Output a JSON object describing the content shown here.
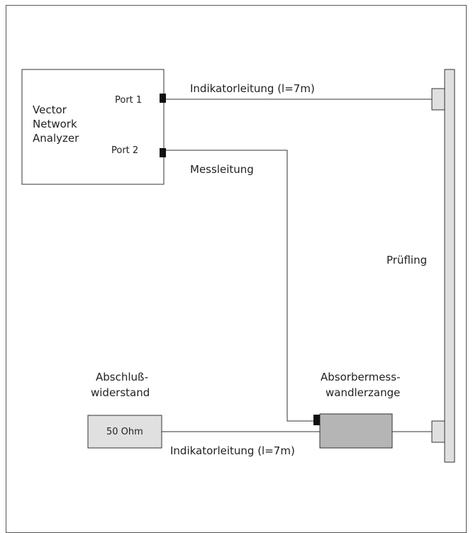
{
  "vna": {
    "lines": [
      "Vector",
      "Network",
      "Analyzer"
    ],
    "port1": "Port 1",
    "port2": "Port 2"
  },
  "lines": {
    "indicator_top": "Indikatorleitung (l=7m)",
    "measure": "Messleitung",
    "indicator_bottom": "Indikatorleitung (l=7m)"
  },
  "dut": {
    "label": "Prüfling"
  },
  "termination": {
    "title_line1": "Abschluß-",
    "title_line2": "widerstand",
    "value": "50 Ohm"
  },
  "clamp": {
    "title_line1": "Absorbermess-",
    "title_line2": "wandlerzange"
  },
  "colors": {
    "stroke": "#333333",
    "box_fill": "#ffffff",
    "light_fill": "#e0e0e0",
    "clamp_fill": "#b5b5b5",
    "port_fill": "#111111"
  }
}
